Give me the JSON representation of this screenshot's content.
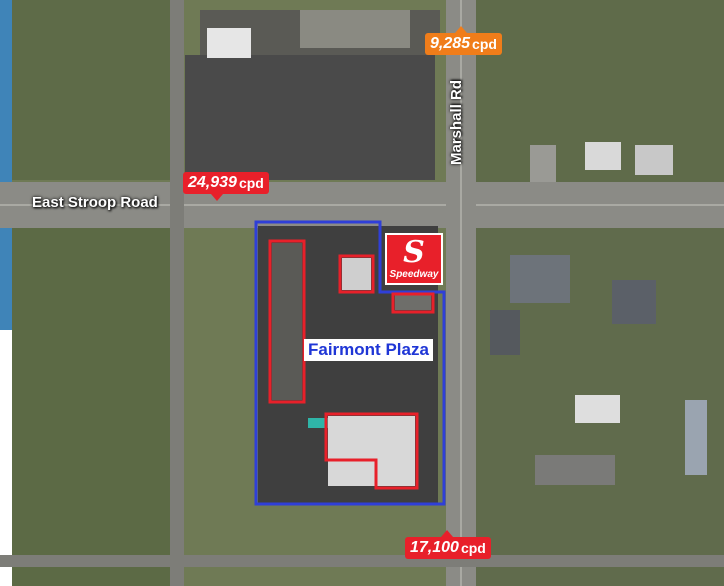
{
  "roads": {
    "east_stroop": "East Stroop Road",
    "marshall": "Marshall Rd"
  },
  "traffic_counts": {
    "stroop_west": {
      "value": "24,939",
      "unit": "cpd"
    },
    "marshall_north": {
      "value": "9,285",
      "unit": "cpd"
    },
    "marshall_south": {
      "value": "17,100",
      "unit": "cpd"
    }
  },
  "property": {
    "name": "Fairmont Plaza"
  },
  "tenant_logo": {
    "name": "Speedway",
    "mark": "S"
  },
  "colors": {
    "property_outline": "#2f3fd8",
    "highlight": "#e8202a",
    "badge_red": "#e8202a",
    "badge_orange": "#f07d1a"
  },
  "icons": {
    "speedway": "speedway-logo-icon",
    "badge_pointer": "triangle-pointer-icon"
  }
}
